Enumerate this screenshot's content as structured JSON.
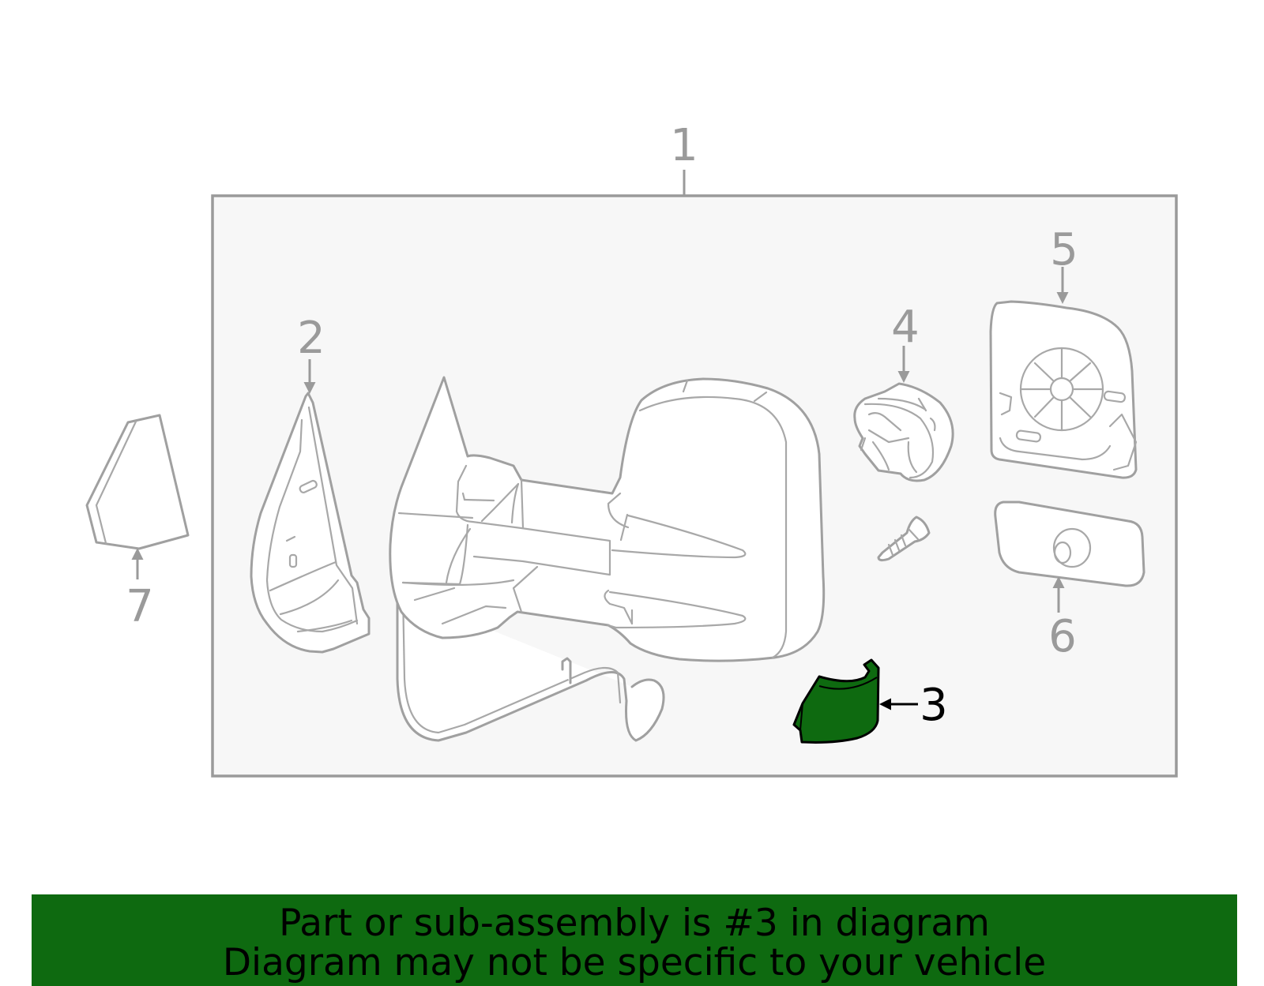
{
  "callouts": {
    "c1": "1",
    "c2": "2",
    "c3": "3",
    "c4": "4",
    "c5": "5",
    "c6": "6",
    "c7": "7"
  },
  "highlighted_part": "3",
  "colors": {
    "highlight": "#0e6a10",
    "outline": "#a0a0a0",
    "box_fill": "#f7f7f7",
    "banner": "#0e6a10"
  },
  "banner": {
    "line1": "Part or sub-assembly is #3 in diagram",
    "line2": "Diagram may not be specific to your vehicle"
  }
}
